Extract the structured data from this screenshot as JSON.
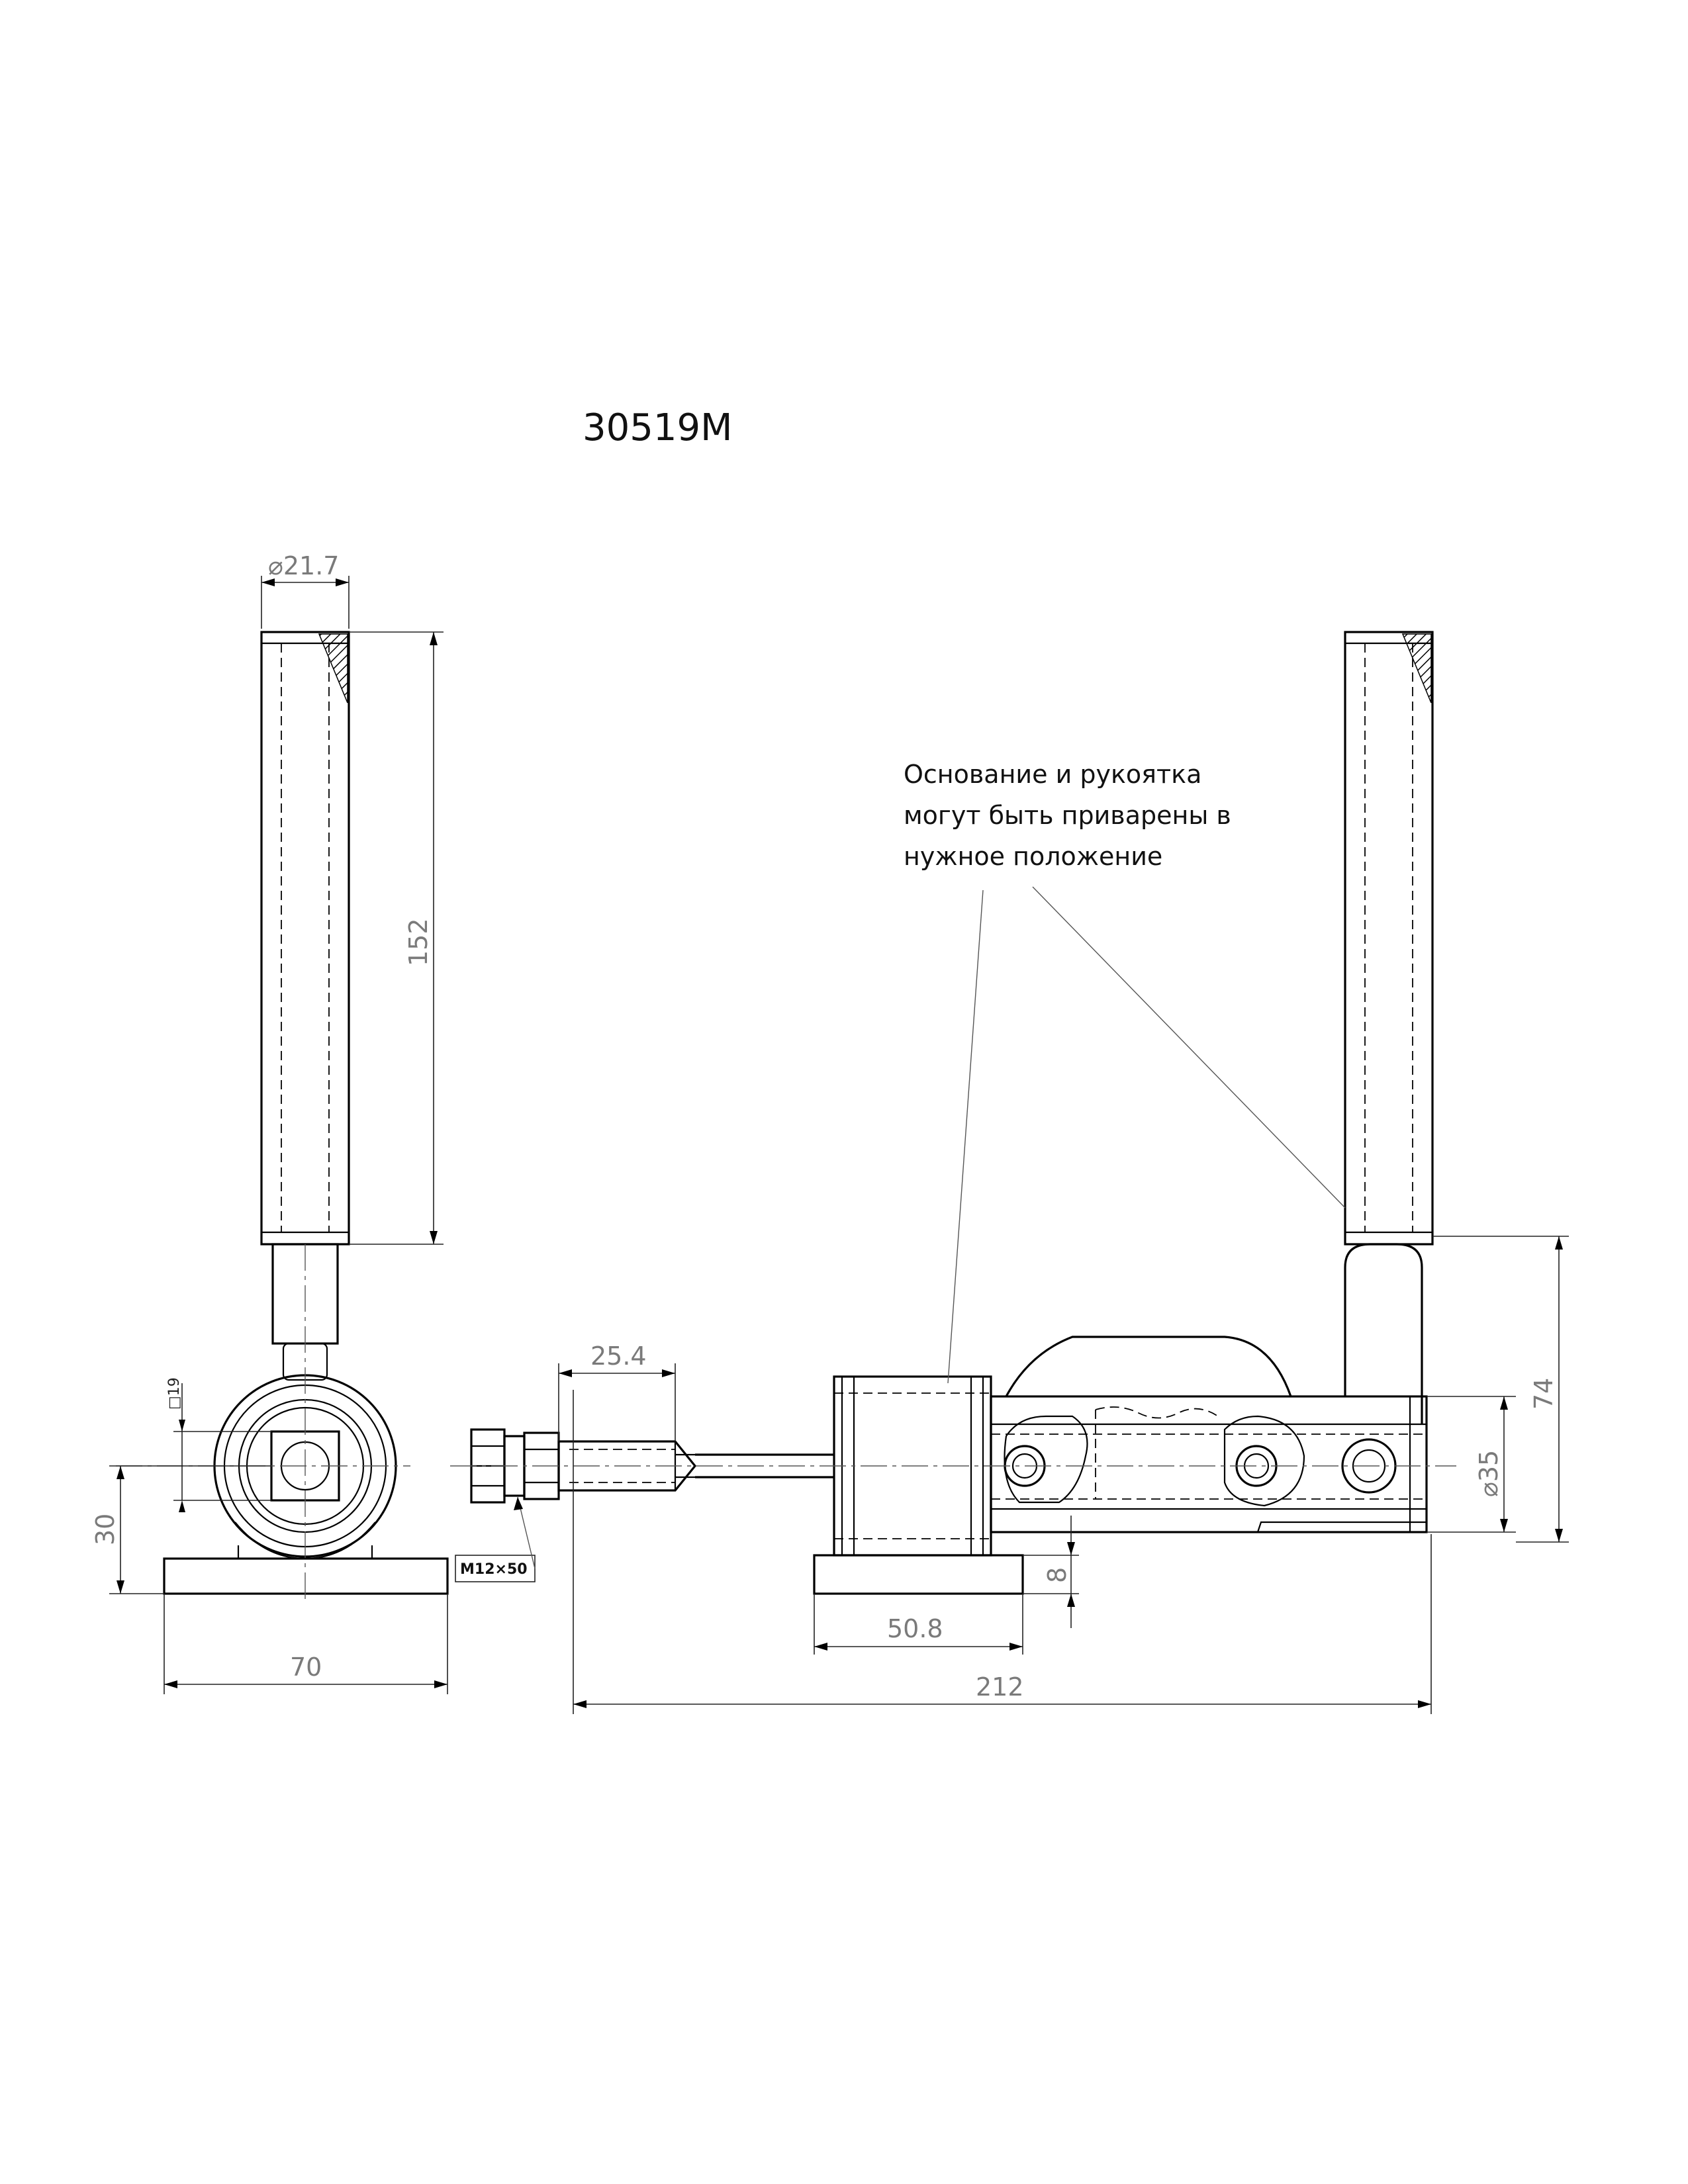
{
  "part_number": "30519M",
  "note_lines": [
    "Основание и рукоятка",
    "могут быть приварены в",
    "нужное положение"
  ],
  "dimensions": {
    "handle_diameter": "⌀21.7",
    "handle_length": "152",
    "square": "□19",
    "center_height": "30",
    "base_width_side": "70",
    "thread_length": "25.4",
    "screw": "M12×50",
    "base_thickness": "8",
    "base_length": "50.8",
    "overall_length": "212",
    "body_diameter": "⌀35",
    "handle_height": "74"
  }
}
